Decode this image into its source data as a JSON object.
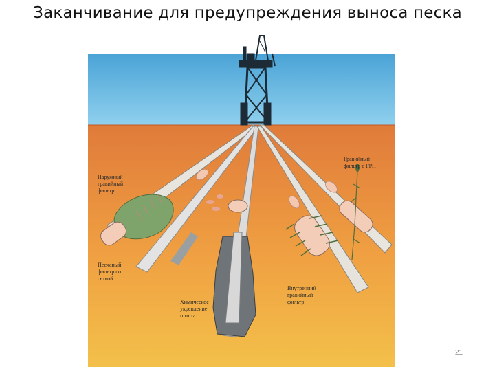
{
  "slide": {
    "title": "Заканчивание для предупреждения выноса песка",
    "page_number": "21"
  },
  "labels": {
    "outer_gravel_filter": [
      "Наружный",
      "гравийный",
      "фильтр"
    ],
    "sand_filter_mesh": [
      "Песчаный",
      "фильтр со",
      "сеткой"
    ],
    "chemical_consolidation": [
      "Химическое",
      "укрепление",
      "пласта"
    ],
    "inner_gravel_filter": [
      "Внутренний",
      "гравийный",
      "фильтр"
    ],
    "gravel_filter_gpr": [
      "Гравийный",
      "фильтр с ГРП"
    ]
  },
  "colors": {
    "sea_top": "#4aa3d6",
    "sea_bottom": "#8fd0ee",
    "ground_top": "#e07b3a",
    "ground_bottom": "#f3c04a",
    "pipe": "#e6e2dc",
    "pipe_stripe": "#f4c7b0",
    "gravel": "#7ea36b",
    "platform": "#1d2b36"
  }
}
